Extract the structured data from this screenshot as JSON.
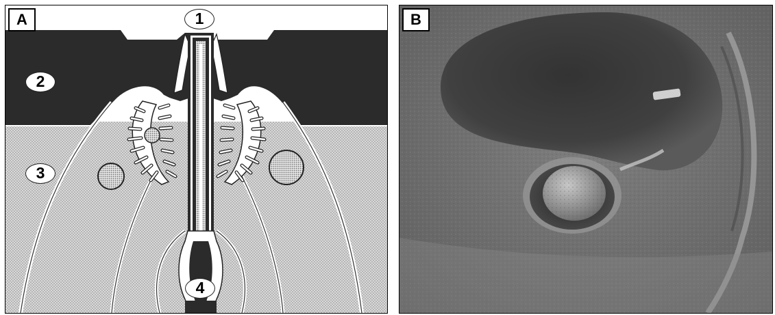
{
  "panels": {
    "a": {
      "tag": "A"
    },
    "b": {
      "tag": "B"
    }
  },
  "labels": [
    "1",
    "2",
    "3",
    "4"
  ]
}
